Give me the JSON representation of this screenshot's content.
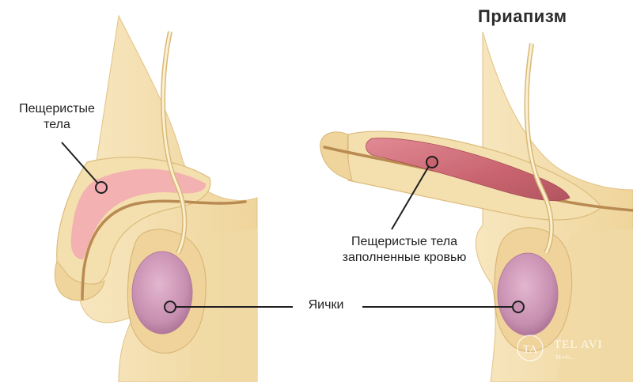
{
  "title": "Приапизм",
  "labels": {
    "cavernous_bodies": [
      "Пещеристые",
      "тела"
    ],
    "cavernous_filled": [
      "Пещеристые тела",
      "заполненные кровью"
    ],
    "testes": "Яички"
  },
  "watermark": {
    "monogram": "TA",
    "name": "TEL AVI",
    "sub": "Medi..."
  },
  "colors": {
    "skin": "#f4dfae",
    "skin_shade": "#e7c98d",
    "skin_outline": "#d9b877",
    "urethra": "#b98a52",
    "cavernous_normal": "#f2a9b2",
    "cavernous_engorged": "#c9646f",
    "testis": "#c78fb0",
    "pointer": "#1f1f1f"
  }
}
